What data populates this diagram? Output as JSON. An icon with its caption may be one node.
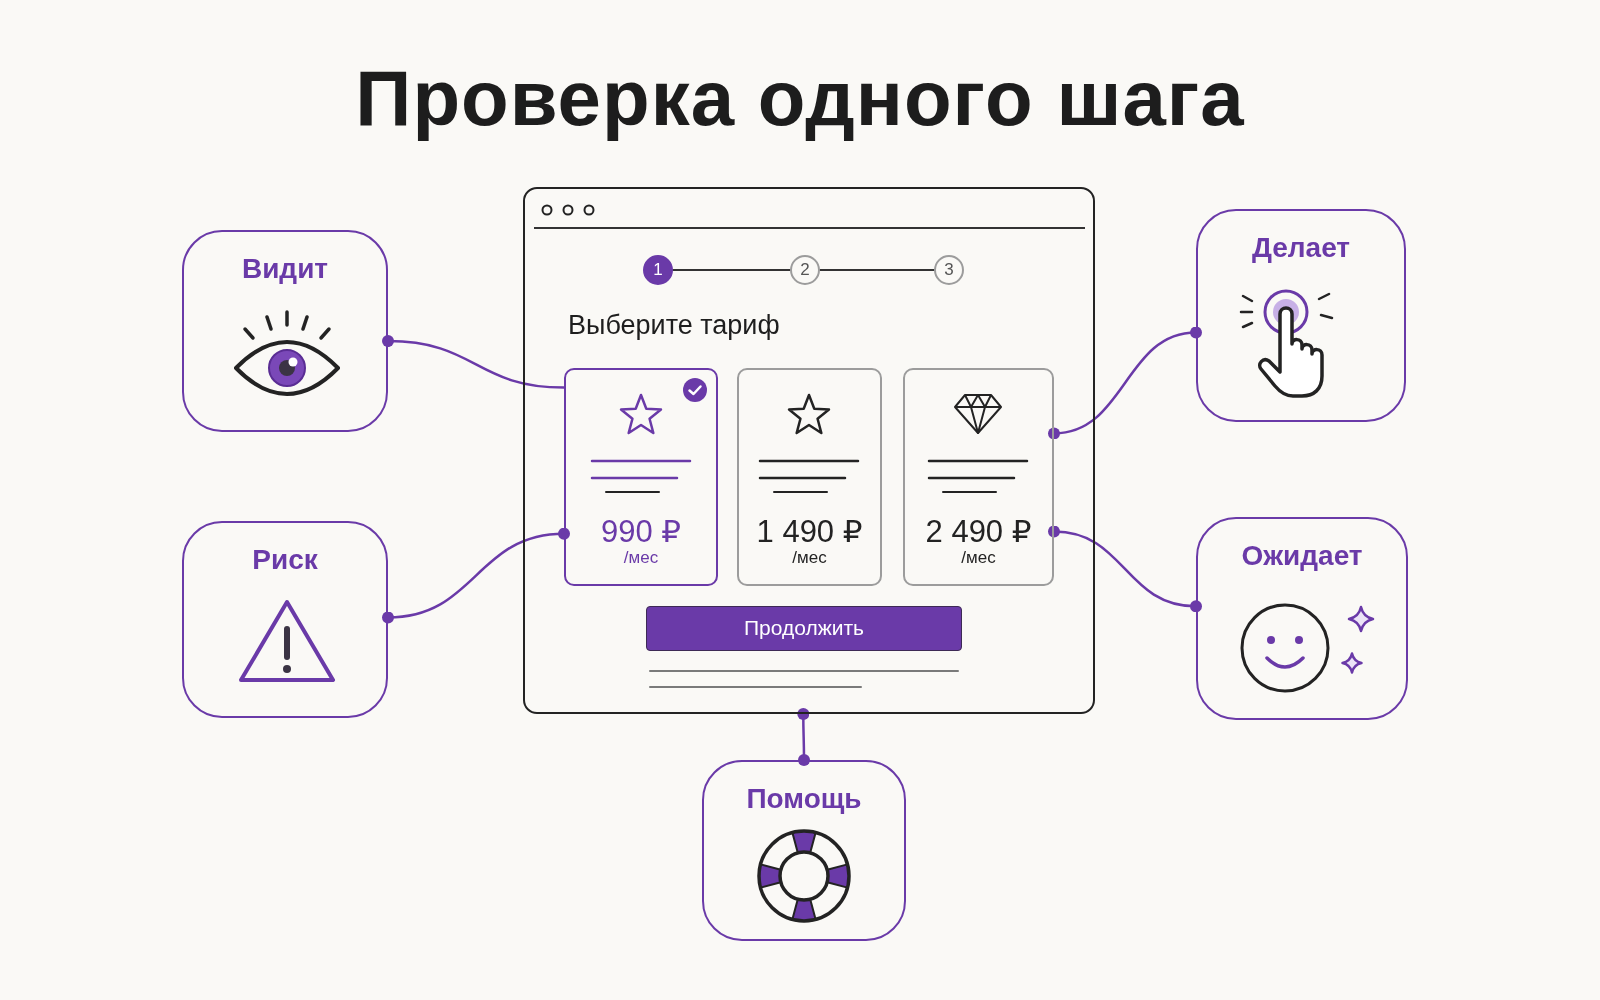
{
  "diagram": {
    "title": "Проверка одного шага",
    "nodes": [
      {
        "text": [
          "Видит"
        ]
      },
      {
        "text": [
          "Выберите тариф"
        ]
      },
      {
        "text": [
          "1"
        ],
        "in": 1
      },
      {
        "text": [
          "2"
        ],
        "in": 1
      },
      {
        "text": [
          "3"
        ],
        "in": 1
      },
      {
        "text": [
          "990 ₽",
          "/мес"
        ],
        "in": 1
      },
      {
        "text": [
          "1 490 ₽",
          "/мес"
        ],
        "in": 1
      },
      {
        "text": [
          "2 490 ₽",
          "/мес"
        ],
        "in": 1
      },
      {
        "text": [
          "Продолжить"
        ],
        "in": 1
      },
      {
        "text": [
          "Делает"
        ]
      },
      {
        "text": [
          "Риск"
        ]
      },
      {
        "text": [
          "Ожидает"
        ]
      },
      {
        "text": [
          "Помощь"
        ]
      }
    ],
    "edges": [
      {
        "from": 0,
        "to": 5,
        "arrow": "other"
      },
      {
        "from": 9,
        "to": 7,
        "arrow": "other"
      },
      {
        "from": 10,
        "to": 5,
        "arrow": "other"
      },
      {
        "from": 11,
        "to": 7,
        "arrow": "other"
      },
      {
        "from": 12,
        "to": 1,
        "arrow": "other"
      },
      {
        "from": 2,
        "to": 3,
        "arrow": "none",
        "color": "#333333"
      },
      {
        "from": 3,
        "to": 4,
        "arrow": "none",
        "color": "#333333"
      }
    ]
  }
}
